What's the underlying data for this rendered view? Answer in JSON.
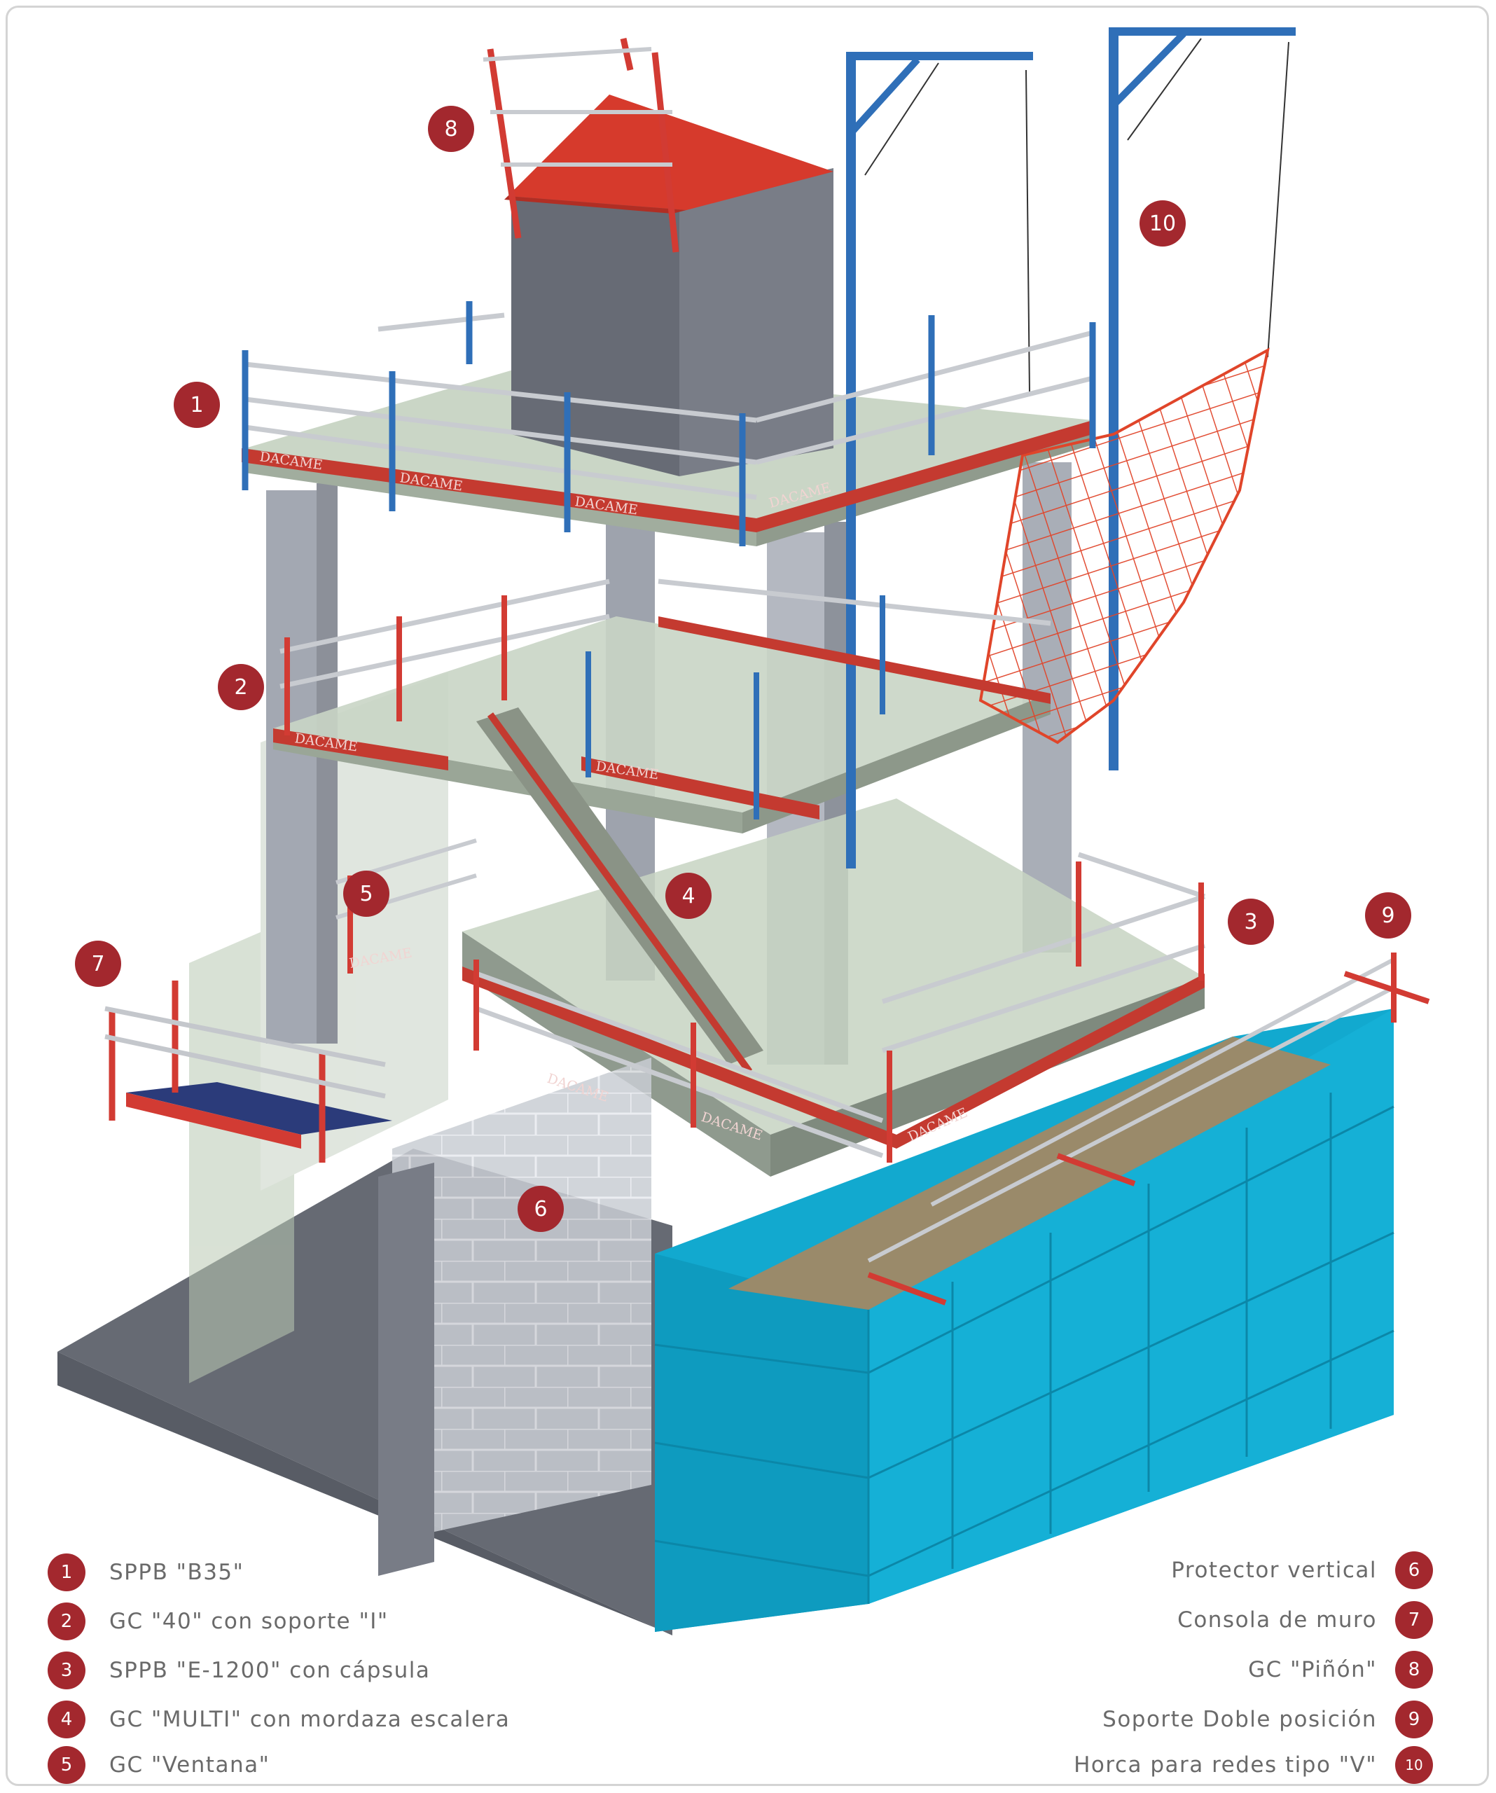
{
  "colors": {
    "brand_red": "#a3282e",
    "guardrail_red": "#d43a32",
    "post_blue": "#2f6fb8",
    "formwork_cyan": "#12a9cf",
    "slab_green": "#c9d6c6",
    "concrete_gray": "#6b6f78",
    "net_orange": "#e0452a"
  },
  "brand_marks": [
    "DACAME",
    "DACAME",
    "DACAME",
    "DACAME",
    "DACAME",
    "DACAME",
    "DACAME",
    "DACAME",
    "DACAME",
    "DACAME"
  ],
  "callouts": [
    "1",
    "2",
    "3",
    "4",
    "5",
    "6",
    "7",
    "8",
    "9",
    "10"
  ],
  "legend": {
    "left": [
      {
        "num": "1",
        "label": "SPPB \"B35\""
      },
      {
        "num": "2",
        "label": "GC \"40\" con soporte \"I\""
      },
      {
        "num": "3",
        "label": "SPPB \"E-1200\" con cápsula"
      },
      {
        "num": "4",
        "label": "GC \"MULTI\" con mordaza escalera"
      },
      {
        "num": "5",
        "label": "GC \"Ventana\""
      }
    ],
    "right": [
      {
        "num": "6",
        "label": "Protector vertical"
      },
      {
        "num": "7",
        "label": "Consola de muro"
      },
      {
        "num": "8",
        "label": "GC \"Piñón\""
      },
      {
        "num": "9",
        "label": "Soporte Doble posición"
      },
      {
        "num": "10",
        "label": "Horca para redes tipo \"V\""
      }
    ]
  }
}
